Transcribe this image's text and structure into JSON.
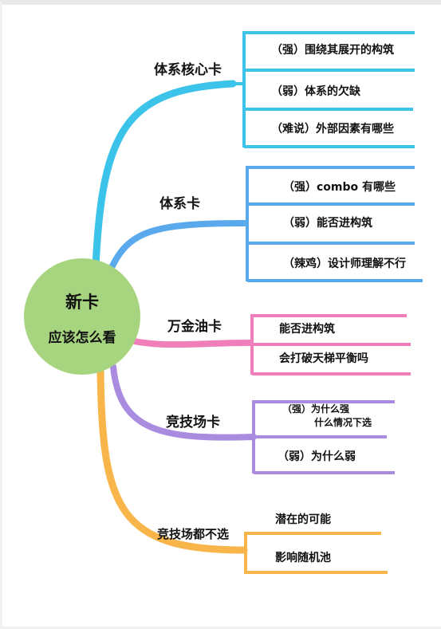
{
  "center": {
    "line1": "新卡",
    "line2": "应该怎么看"
  },
  "colors": {
    "center": "#a7d47f",
    "branch1": "#3cc3ea",
    "branch2": "#59a9ec",
    "branch3": "#f07fb9",
    "branch4": "#a98be0",
    "branch5": "#f8b64a"
  },
  "branches": [
    {
      "title": "体系核心卡",
      "leaves": [
        "（强）围绕其展开的构筑",
        "（弱）体系的欠缺",
        "（难说）外部因素有哪些"
      ]
    },
    {
      "title": "体系卡",
      "leaves": [
        "（强）combo 有哪些",
        "（弱）能否进构筑",
        "（辣鸡）设计师理解不行"
      ]
    },
    {
      "title": "万金油卡",
      "leaves": [
        "能否进构筑",
        "会打破天梯平衡吗"
      ]
    },
    {
      "title": "竞技场卡",
      "leaves": [
        "（强）为什么强",
        "什么情况下选",
        "（弱）为什么弱"
      ]
    },
    {
      "title": "竞技场都不选",
      "leaves": [
        "潜在的可能",
        "影响随机池"
      ]
    }
  ]
}
